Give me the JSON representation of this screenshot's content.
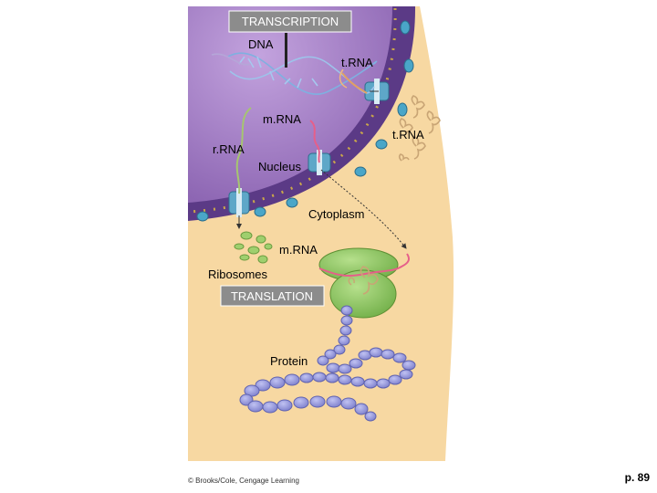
{
  "title": "TRANSCRIPTION",
  "bottom_title": "TRANSLATION",
  "labels": {
    "dna": "DNA",
    "trna_top": "t.RNA",
    "mrna_nucleus": "m.RNA",
    "trna_right": "t.RNA",
    "rrna": "r.RNA",
    "nucleus": "Nucleus",
    "cytoplasm": "Cytoplasm",
    "mrna_cytoplasm": "m.RNA",
    "ribosomes": "Ribosomes",
    "protein": "Protein"
  },
  "credit": "© Brooks/Cole, Cengage Learning",
  "page_number": "p. 89",
  "colors": {
    "cytoplasm": "#f7d8a2",
    "nucleus": "#9a74bd",
    "nuclear_envelope": "#5b3a86",
    "banner": "#8c8c8c",
    "ribosome": "#8cc55d",
    "protein": "#8d8fd6",
    "pore": "#5ea7c8"
  }
}
